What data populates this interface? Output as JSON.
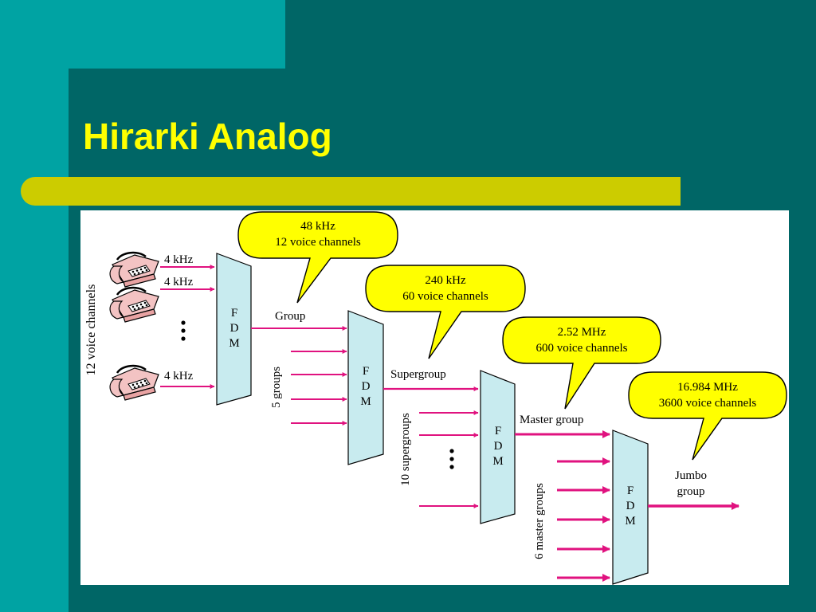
{
  "slide": {
    "title": "Hirarki Analog",
    "colors": {
      "background": "#006666",
      "accent_teal": "#00a3a3",
      "title_text": "#ffff00",
      "title_bar": "#cccc00",
      "callout_fill": "#ffff00",
      "fdm_fill": "#c8ebef",
      "arrow": "#e0127f"
    }
  },
  "diagram": {
    "side_label": "12 voice channels",
    "phone_icon": "telephone-icon",
    "input_labels": [
      "4 kHz",
      "4 kHz",
      "4 kHz"
    ],
    "fdm_lines": [
      "F",
      "D",
      "M"
    ],
    "stages": [
      {
        "output_label": "Group",
        "callout_line1": "48 kHz",
        "callout_line2": "12 voice channels"
      },
      {
        "side_label": "5 groups",
        "output_label": "Supergroup",
        "callout_line1": "240 kHz",
        "callout_line2": "60 voice channels"
      },
      {
        "side_label": "10 supergroups",
        "output_label": "Master group",
        "callout_line1": "2.52 MHz",
        "callout_line2": "600 voice channels"
      },
      {
        "side_label": "6 master groups",
        "output_label_line1": "Jumbo",
        "output_label_line2": "group",
        "callout_line1": "16.984 MHz",
        "callout_line2": "3600 voice channels"
      }
    ]
  }
}
